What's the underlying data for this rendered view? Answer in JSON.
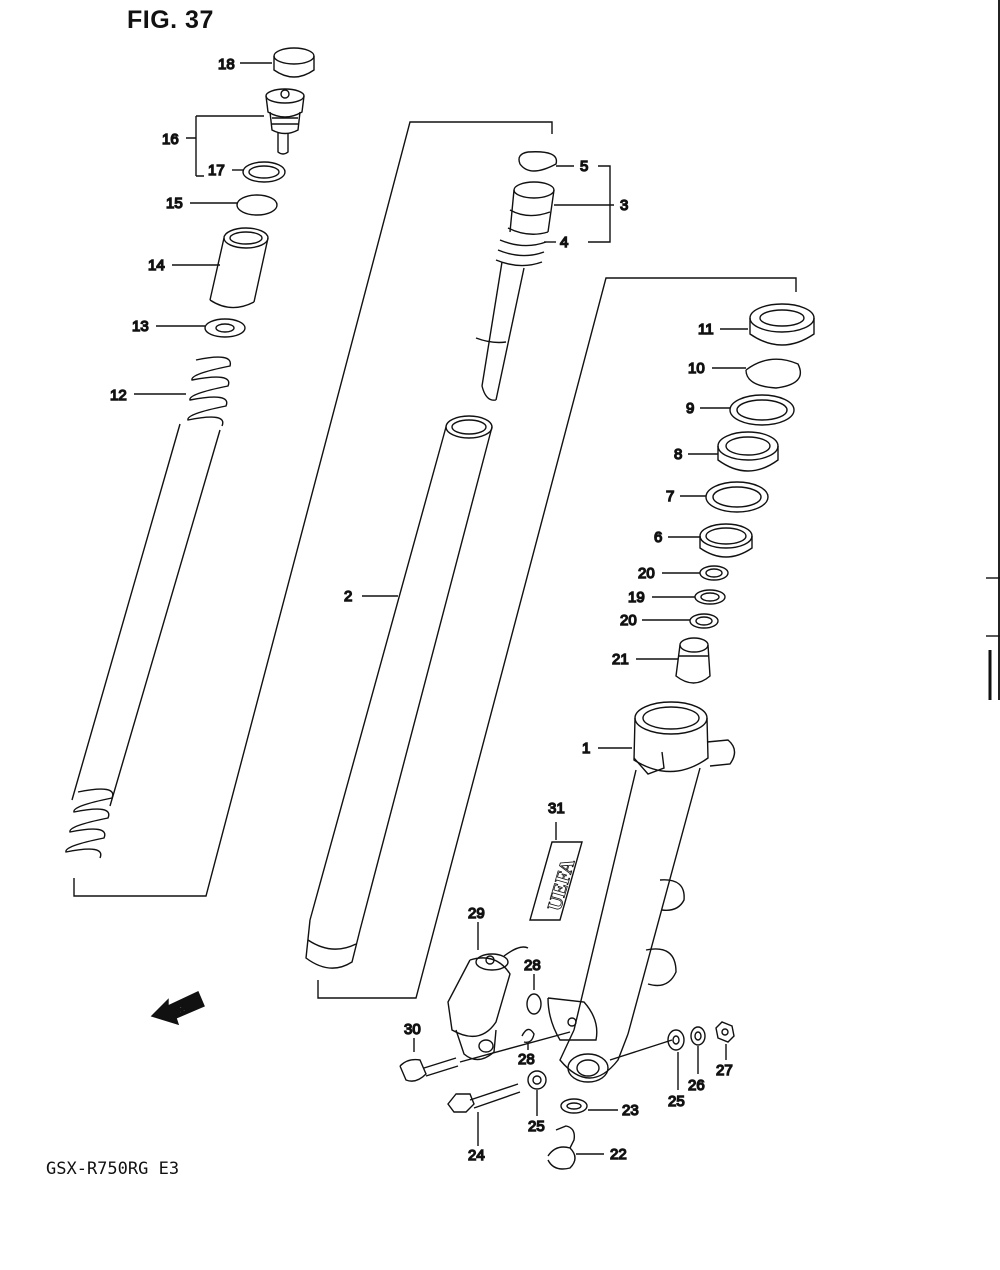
{
  "figure": {
    "title": "FIG. 37",
    "model": "GSX-R750RG  E3",
    "fwd_label": "FWD",
    "emblem_text": "UEFA"
  },
  "callouts": [
    {
      "id": "18",
      "text": "18"
    },
    {
      "id": "16",
      "text": "16"
    },
    {
      "id": "17",
      "text": "17"
    },
    {
      "id": "15",
      "text": "15"
    },
    {
      "id": "14",
      "text": "14"
    },
    {
      "id": "13",
      "text": "13"
    },
    {
      "id": "12",
      "text": "12"
    },
    {
      "id": "5",
      "text": "5"
    },
    {
      "id": "3",
      "text": "3"
    },
    {
      "id": "4",
      "text": "4"
    },
    {
      "id": "2",
      "text": "2"
    },
    {
      "id": "11",
      "text": "11"
    },
    {
      "id": "10",
      "text": "10"
    },
    {
      "id": "9",
      "text": "9"
    },
    {
      "id": "8",
      "text": "8"
    },
    {
      "id": "7",
      "text": "7"
    },
    {
      "id": "6",
      "text": "6"
    },
    {
      "id": "20a",
      "text": "20"
    },
    {
      "id": "19",
      "text": "19"
    },
    {
      "id": "20b",
      "text": "20"
    },
    {
      "id": "21",
      "text": "21"
    },
    {
      "id": "1",
      "text": "1"
    },
    {
      "id": "31",
      "text": "31"
    },
    {
      "id": "29",
      "text": "29"
    },
    {
      "id": "28a",
      "text": "28"
    },
    {
      "id": "28b",
      "text": "28"
    },
    {
      "id": "30",
      "text": "30"
    },
    {
      "id": "25a",
      "text": "25"
    },
    {
      "id": "26",
      "text": "26"
    },
    {
      "id": "27",
      "text": "27"
    },
    {
      "id": "25b",
      "text": "25"
    },
    {
      "id": "23",
      "text": "23"
    },
    {
      "id": "24",
      "text": "24"
    },
    {
      "id": "22",
      "text": "22"
    }
  ]
}
